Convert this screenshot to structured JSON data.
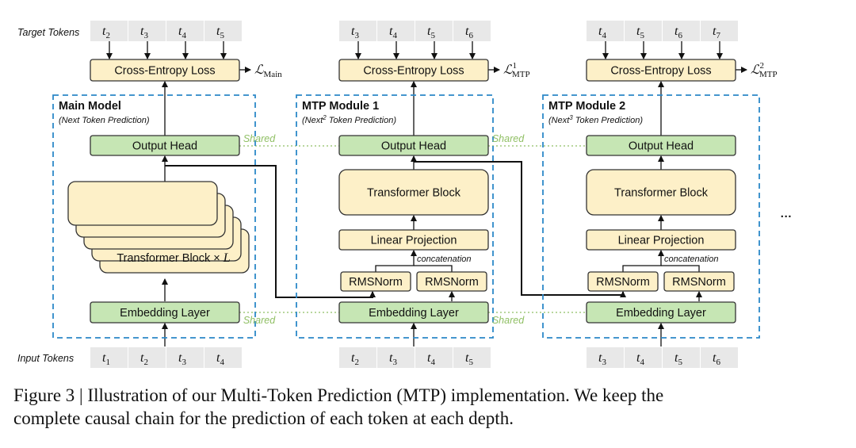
{
  "labels": {
    "target_tokens": "Target Tokens",
    "input_tokens": "Input Tokens",
    "cross_entropy_loss": "Cross-Entropy Loss",
    "output_head": "Output Head",
    "transformer_block": "Transformer Block",
    "transformer_block_stack": "Transformer Block × ",
    "stack_var": "L",
    "linear_projection": "Linear Projection",
    "concatenation": "concatenation",
    "rmsnorm": "RMSNorm",
    "embedding_layer": "Embedding Layer",
    "shared": "Shared",
    "ellipsis": "···"
  },
  "modules": [
    {
      "title": "Main Model",
      "subtitle": "(Next Token Prediction)",
      "loss": {
        "symbol": "ℒ",
        "sub": "Main",
        "sup": ""
      },
      "target_tokens": [
        {
          "t": "t",
          "i": "2"
        },
        {
          "t": "t",
          "i": "3"
        },
        {
          "t": "t",
          "i": "4"
        },
        {
          "t": "t",
          "i": "5"
        }
      ],
      "input_tokens": [
        {
          "t": "t",
          "i": "1"
        },
        {
          "t": "t",
          "i": "2"
        },
        {
          "t": "t",
          "i": "3"
        },
        {
          "t": "t",
          "i": "4"
        }
      ]
    },
    {
      "title": "MTP Module 1",
      "subtitle": {
        "pre": "(Next",
        "sup": "2",
        "post": " Token Prediction)"
      },
      "loss": {
        "symbol": "ℒ",
        "sub": "MTP",
        "sup": "1"
      },
      "target_tokens": [
        {
          "t": "t",
          "i": "3"
        },
        {
          "t": "t",
          "i": "4"
        },
        {
          "t": "t",
          "i": "5"
        },
        {
          "t": "t",
          "i": "6"
        }
      ],
      "input_tokens": [
        {
          "t": "t",
          "i": "2"
        },
        {
          "t": "t",
          "i": "3"
        },
        {
          "t": "t",
          "i": "4"
        },
        {
          "t": "t",
          "i": "5"
        }
      ]
    },
    {
      "title": "MTP Module 2",
      "subtitle": {
        "pre": "(Next",
        "sup": "3",
        "post": " Token Prediction)"
      },
      "loss": {
        "symbol": "ℒ",
        "sub": "MTP",
        "sup": "2"
      },
      "target_tokens": [
        {
          "t": "t",
          "i": "4"
        },
        {
          "t": "t",
          "i": "5"
        },
        {
          "t": "t",
          "i": "6"
        },
        {
          "t": "t",
          "i": "7"
        }
      ],
      "input_tokens": [
        {
          "t": "t",
          "i": "3"
        },
        {
          "t": "t",
          "i": "4"
        },
        {
          "t": "t",
          "i": "5"
        },
        {
          "t": "t",
          "i": "6"
        }
      ]
    }
  ],
  "caption": {
    "line1": "Figure 3 | Illustration of our Multi-Token Prediction (MTP) implementation.  We keep the",
    "line2": "complete causal chain for the prediction of each token at each depth."
  },
  "colors": {
    "loss_fill": "#fdf0c8",
    "green_fill": "#c6e6b4",
    "block_fill": "#fdf0c8",
    "token_fill": "#e8e8e8",
    "dash_blue": "#2b88c8",
    "shared_green": "#8fbf63",
    "stroke": "#333333"
  }
}
